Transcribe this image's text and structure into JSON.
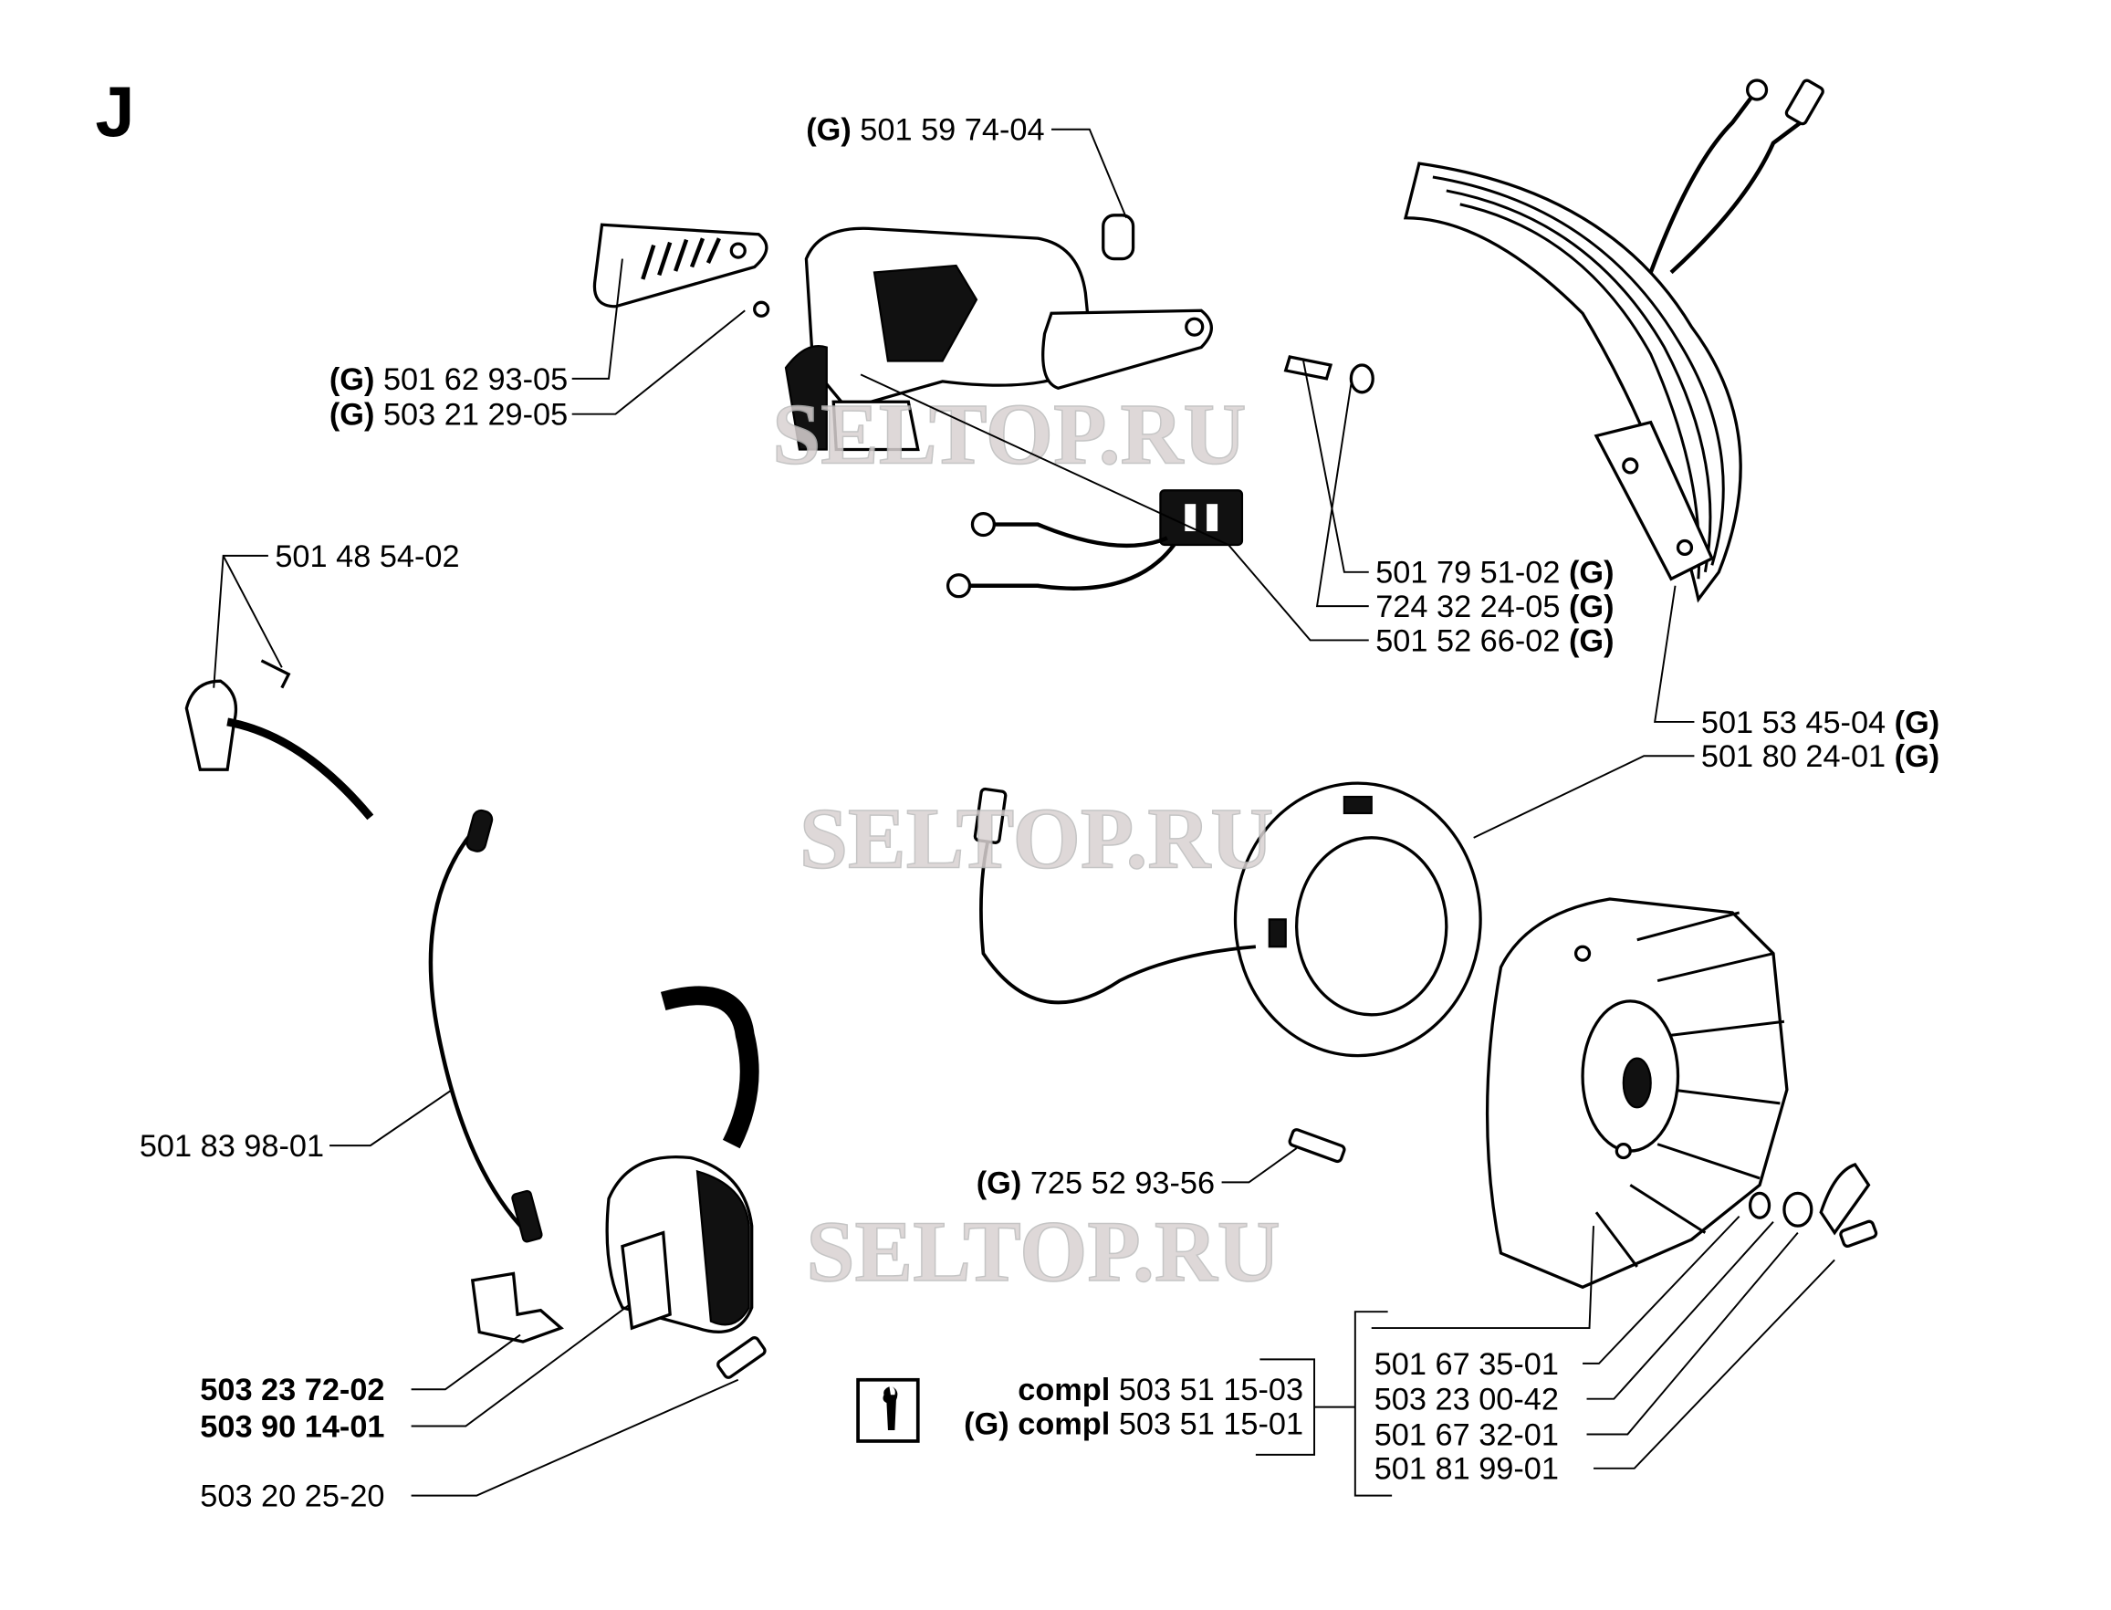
{
  "section_letter": "J",
  "watermarks": [
    "SELTOP.RU",
    "SELTOP.RU",
    "SELTOP.RU"
  ],
  "labels": {
    "p1": {
      "prefix": "(G)",
      "number": "501 59 74-04"
    },
    "p2": {
      "prefix": "(G)",
      "number": "501 62 93-05"
    },
    "p3": {
      "prefix": "(G)",
      "number": "503 21 29-05"
    },
    "p4": {
      "number": "501 48 54-02"
    },
    "p5": {
      "number": "501 79 51-02",
      "suffix": "(G)"
    },
    "p6": {
      "number": "724 32 24-05",
      "suffix": "(G)"
    },
    "p7": {
      "number": "501 52 66-02",
      "suffix": "(G)"
    },
    "p8": {
      "number": "501 53 45-04",
      "suffix": "(G)"
    },
    "p9": {
      "number": "501 80 24-01",
      "suffix": "(G)"
    },
    "p10": {
      "number": "501 83 98-01"
    },
    "p11": {
      "prefix": "(G)",
      "number": "725 52 93-56"
    },
    "p12": {
      "number": "503 23 72-02"
    },
    "p13": {
      "number": "503 90 14-01"
    },
    "p14": {
      "number": "503 20 25-20"
    },
    "p15": {
      "number": "501 67 35-01"
    },
    "p16": {
      "number": "503 23 00-42"
    },
    "p17": {
      "number": "501 67 32-01"
    },
    "p18": {
      "number": "501 81 99-01"
    }
  },
  "kit": {
    "icon": "wrench-icon",
    "line1": {
      "keyword": "compl",
      "number": "503 51 15-03"
    },
    "line2": {
      "prefix": "(G)",
      "keyword": "compl",
      "number": "503 51 15-01"
    }
  }
}
